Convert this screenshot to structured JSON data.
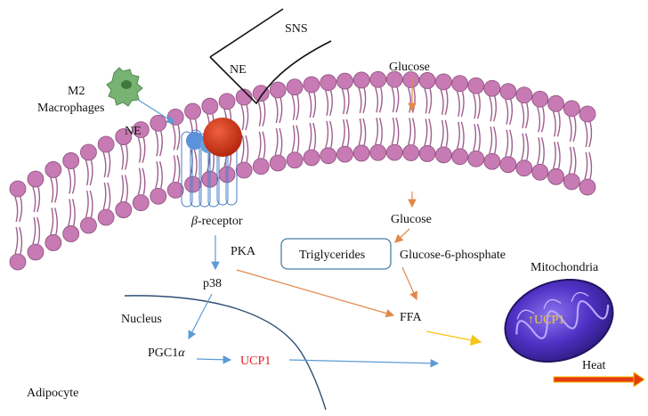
{
  "labels": {
    "sns": "SNS",
    "ne_nerve": "NE",
    "m2_line1": "M2",
    "m2_line2": "Macrophages",
    "ne_receptor": "NE",
    "glucose_top": "Glucose",
    "glucose_inside": "Glucose",
    "beta_symbol": "β",
    "beta_rest": "-receptor",
    "pka": "PKA",
    "triglycerides": "Triglycerides",
    "g6p": "Glucose-6-phosphate",
    "p38": "p38",
    "nucleus": "Nucleus",
    "ffa": "FFA",
    "mitochondria": "Mitochondria",
    "ucp1_mito": "↑UCP1",
    "pgc_base": "PGC1",
    "pgc_alpha": "α",
    "ucp1_nucleus": "UCP1",
    "heat": "Heat",
    "adipocyte": "Adipocyte"
  },
  "colors": {
    "membrane_head": "#c77ab3",
    "membrane_tail": "#9e5e8e",
    "arrow_blue": "#5b9bd5",
    "arrow_orange": "#e2884a",
    "arrow_yellow": "#f5c518",
    "ucp1_red": "#e02020",
    "heat_arrow": "#e53a12",
    "mitochondria": "#5a34c8",
    "macrophage": "#6fa86a",
    "receptor_red": "#d8361a",
    "receptor_blue": "#5b92d9"
  }
}
